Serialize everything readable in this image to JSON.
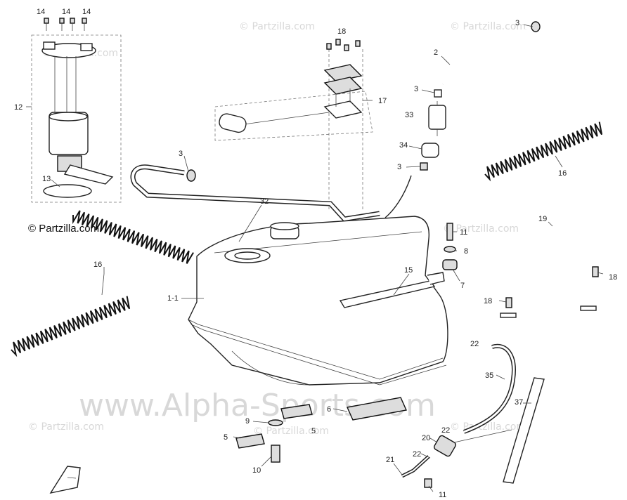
{
  "watermarks": {
    "partzilla": "© Partzilla.com",
    "alpha": "www.Alpha-Sports.com"
  },
  "callouts": [
    {
      "id": "c-14a",
      "text": "14"
    },
    {
      "id": "c-14b",
      "text": "14"
    },
    {
      "id": "c-14c",
      "text": "14"
    },
    {
      "id": "c-12",
      "text": "12"
    },
    {
      "id": "c-13",
      "text": "13"
    },
    {
      "id": "c-18-top",
      "text": "18"
    },
    {
      "id": "c-17",
      "text": "17"
    },
    {
      "id": "c-3-top",
      "text": "3"
    },
    {
      "id": "c-2",
      "text": "2"
    },
    {
      "id": "c-3-b",
      "text": "3"
    },
    {
      "id": "c-33",
      "text": "33"
    },
    {
      "id": "c-34",
      "text": "34"
    },
    {
      "id": "c-3-c",
      "text": "3"
    },
    {
      "id": "c-3-left",
      "text": "3"
    },
    {
      "id": "c-16-right",
      "text": "16"
    },
    {
      "id": "c-32",
      "text": "32"
    },
    {
      "id": "c-11-top",
      "text": "11"
    },
    {
      "id": "c-8",
      "text": "8"
    },
    {
      "id": "c-7",
      "text": "7"
    },
    {
      "id": "c-19",
      "text": "19"
    },
    {
      "id": "c-18-right",
      "text": "18"
    },
    {
      "id": "c-18-mid",
      "text": "18"
    },
    {
      "id": "c-15",
      "text": "15"
    },
    {
      "id": "c-16-left",
      "text": "16"
    },
    {
      "id": "c-1-1",
      "text": "1-1"
    },
    {
      "id": "c-22-top",
      "text": "22"
    },
    {
      "id": "c-35",
      "text": "35"
    },
    {
      "id": "c-37",
      "text": "37"
    },
    {
      "id": "c-6",
      "text": "6"
    },
    {
      "id": "c-9",
      "text": "9"
    },
    {
      "id": "c-5-right",
      "text": "5"
    },
    {
      "id": "c-5-left",
      "text": "5"
    },
    {
      "id": "c-10",
      "text": "10"
    },
    {
      "id": "c-20",
      "text": "20"
    },
    {
      "id": "c-22-mid",
      "text": "22"
    },
    {
      "id": "c-22-low",
      "text": "22"
    },
    {
      "id": "c-21",
      "text": "21"
    },
    {
      "id": "c-11-bottom",
      "text": "11"
    }
  ]
}
